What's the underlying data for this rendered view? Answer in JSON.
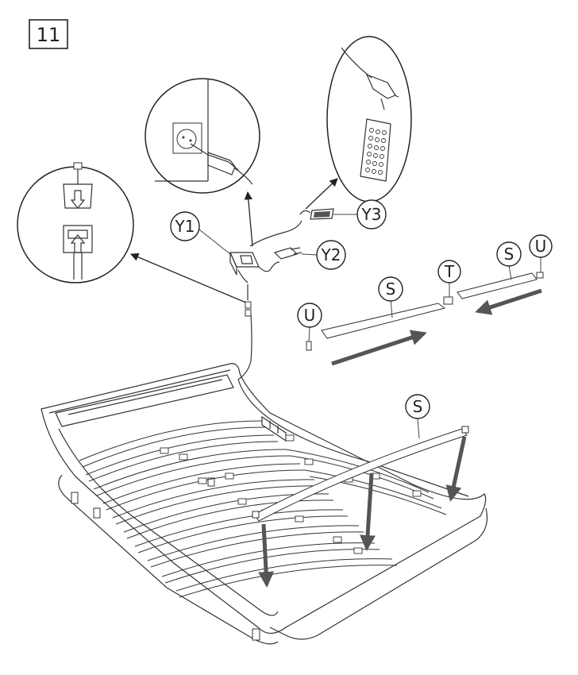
{
  "step": {
    "number": "11"
  },
  "labels": {
    "y1": "Y1",
    "y2": "Y2",
    "y3": "Y3",
    "s_top": "S",
    "s_left": "S",
    "s_bed": "S",
    "t": "T",
    "u_left": "U",
    "u_right": "U"
  },
  "colors": {
    "line": "#333333",
    "arrow": "#555555",
    "background": "#ffffff"
  }
}
